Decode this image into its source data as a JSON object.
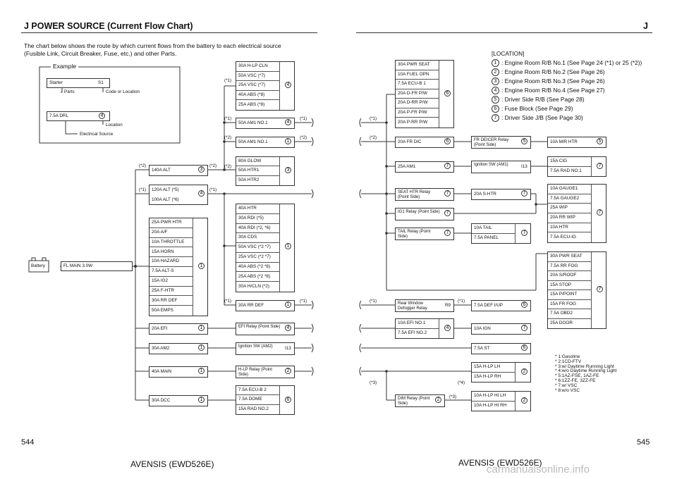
{
  "header": {
    "left_title": "J  POWER SOURCE (Current Flow Chart)",
    "right_title": "J"
  },
  "intro": [
    "The chart below shows the route by which current flows from the battery to each electrical source",
    "(Fusible Link, Circuit Breaker, Fuse, etc.) and other Parts."
  ],
  "example": {
    "title": "Example",
    "starter": "Starter",
    "s1": "S1",
    "parts": "Parts",
    "code_loc": "Code or Location",
    "drl": "7.5A DRL",
    "drl_loc": "4",
    "location": "Location",
    "electrical_source": "Electrical Source"
  },
  "battery": "Battery",
  "fl_main": "FL MAIN 3.0W",
  "left": {
    "alt140": "140A ALT",
    "alt140_loc": "3",
    "alt140_note": "(*2)",
    "alt120": [
      "120A ALT (*5)",
      "100A ALT (*6)"
    ],
    "alt120_loc": "4",
    "alt120_note": "(*1)",
    "group1": [
      "25A PWR HTR",
      "20A A/F",
      "10A THROTTLE",
      "15A HORN",
      "10A HAZARD",
      "7.5A ALT-S",
      "15A IG2",
      "25A F-HTR",
      "30A RR DEF",
      "50A EMPS"
    ],
    "group1_loc": "1",
    "efi": "20A EFI",
    "am2": "30A AM2",
    "main": "40A MAIN",
    "dcc": "30A DCC",
    "loc1": "1",
    "n2": "(*2)",
    "n1": "(*1)"
  },
  "mid": {
    "g4": [
      "30A H-LP CLN",
      "50A VSC (*7)",
      "25A VSC (*7)",
      "40A ABS (*8)",
      "25A ABS (*8)"
    ],
    "g4_loc": "4",
    "am1a": "50A AM1 NO.1",
    "am1a_loc": "4",
    "am1b": "50A AM1 NO.1",
    "am1b_loc": "1",
    "g3": [
      "80A GLOW",
      "50A HTR1",
      "50A HTR2"
    ],
    "g3_loc": "3",
    "g1": [
      "40A HTR",
      "30A RDI (*5)",
      "40A RDI (*2, *6)",
      "30A CDS",
      "50A VSC (*2 *7)",
      "25A VSC (*2 *7)",
      "40A ABS (*2 *8)",
      "25A ABS (*2 *8)",
      "30A H/CLN (*2)"
    ],
    "g1_loc": "1",
    "rrdef": "30A RR DEF",
    "rrdef_loc": "1",
    "efi_relay": "EFI Relay (Point Side)",
    "efi_relay_loc": "4",
    "ign_am2": "Ignition SW (AM2)",
    "ign_am2_code": "I13",
    "hlp_relay": "H-LP Relay (Point Side)",
    "hlp_relay_loc": "2",
    "g6": [
      "7.5A ECU-B 2",
      "7.5A DOME",
      "15A RAD NO.2"
    ],
    "g6_loc": "6",
    "n1": "(*1)",
    "n2": "(*2)"
  },
  "right": {
    "g6a": [
      "30A PWR SEAT",
      "10A FUEL OPN",
      "7.5A ECU-B 1",
      "20A D-FR P/W",
      "20A D-RR P/W",
      "20A P-FR P/W",
      "20A P-RR P/W"
    ],
    "g6a_loc": "6",
    "frdic": "20A FR DIC",
    "frdic_loc": "6",
    "frdeicer": "FR DEICER Relay (Point Side)",
    "frdeicer_loc": "5",
    "mirhtr": "10A MIR HTR",
    "mirhtr_loc": "5",
    "am1": "25A AM1",
    "am1_loc": "7",
    "ign_am1": "Ignition SW (AM1)",
    "ign_am1_code": "I13",
    "cig": [
      "15A CIG",
      "7.5A RAD NO.1"
    ],
    "cig_loc": "7",
    "seat_relay": "SEAT HTR Relay (Point Side)",
    "seat_relay_loc": "7",
    "shtr": "20A S-HTR",
    "shtr_loc": "7",
    "g7": [
      "10A GAUGE1",
      "7.5A GAUGE2",
      "25A WIP",
      "20A RR WIP",
      "10A HTR",
      "7.5A ECU-IG"
    ],
    "g7_loc": "7",
    "ig1": "IG1 Relay (Point Side)",
    "ig1_loc": "7",
    "tail_relay": "TAIL Relay (Point Side)",
    "tail_relay_loc": "7",
    "tail": [
      "10A TAIL",
      "7.5A PANEL"
    ],
    "tail_loc": "7",
    "g7b": [
      "30A PWR SEAT",
      "7.5A RR FOG",
      "20A S/ROOF",
      "15A STOP",
      "15A P/POINT",
      "15A FR FOG",
      "7.5A OBD2",
      "25A DOOR"
    ],
    "g7b_loc": "7",
    "rwdef": "Rear Window Defogger Relay",
    "rwdef_code": "R9",
    "defup": "7.5A DEF I/UP",
    "defup_loc": "6",
    "efino": [
      "10A EFI NO.1",
      "7.5A EFI NO.2"
    ],
    "efino_loc": "4",
    "ign": "10A IGN",
    "ign_loc": "7",
    "st": "7.5A ST",
    "st_loc": "6",
    "hlp": [
      "15A H-LP LH",
      "15A H-LP RH"
    ],
    "hlp_loc": "2",
    "dim": "DIM Relay (Point Side)",
    "dim_loc": "2",
    "hlphi": [
      "10A H-LP HI LH",
      "10A H-LP HI RH"
    ],
    "hlphi_loc": "2",
    "n1": "(*1)",
    "n2": "(*2)",
    "n3": "(*3)",
    "n4": "(*4)"
  },
  "legend": {
    "title": "[LOCATION]",
    "items": [
      {
        "n": "1",
        "text": ": Engine Room R/B No.1 (See Page 24 (*1) or 25 (*2))"
      },
      {
        "n": "2",
        "text": ": Engine Room R/B No.2 (See Page 26)"
      },
      {
        "n": "3",
        "text": ": Engine Room R/B No.3 (See Page 26)"
      },
      {
        "n": "4",
        "text": ": Engine Room R/B No.4 (See Page 27)"
      },
      {
        "n": "5",
        "text": ": Driver Side R/B (See Page 28)"
      },
      {
        "n": "6",
        "text": ": Fuse Block (See Page 29)"
      },
      {
        "n": "7",
        "text": ": Driver Side J/B (See Page 30)"
      }
    ]
  },
  "notes": [
    "* 1:Gasoline",
    "* 2:1CD-FTV",
    "* 3:w/ Daytime Running Light",
    "* 4:w/o Daytime Running Light",
    "* 5:1AZ-FSE, 1AZ-FE",
    "* 6:1ZZ-FE, 3ZZ-FE",
    "* 7:w/ VSC",
    "* 8:w/o VSC"
  ],
  "footer": {
    "page_left": "544",
    "page_right": "545",
    "book_left": "AVENSIS (EWD526E)",
    "book_right": "AVENSIS (EWD526E)",
    "watermark": "carmanualsonline.info"
  }
}
